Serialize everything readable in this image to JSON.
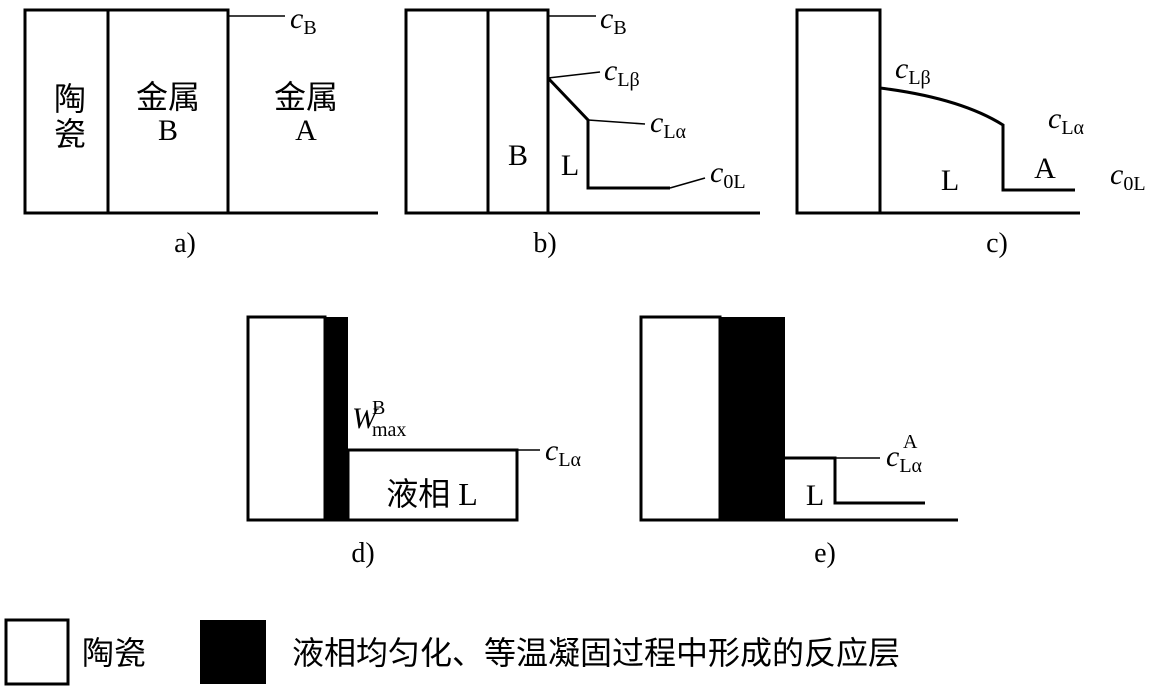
{
  "colors": {
    "line": "#000000",
    "background": "#ffffff",
    "reaction_layer": "#000000"
  },
  "panel_a": {
    "ceramic": "陶瓷",
    "ceramic_1": "陶",
    "ceramic_2": "瓷",
    "metal_b_1": "金属",
    "metal_b_2": "B",
    "metal_a_1": "金属",
    "metal_a_2": "A",
    "c": "c",
    "c_sub": "B",
    "caption": "a)"
  },
  "panel_b": {
    "region_b": "B",
    "region_l": "L",
    "c": "c",
    "cb_sub": "B",
    "clb_sub": "Lβ",
    "cla_sub": "Lα",
    "c0l_sub": "0L",
    "caption": "b)"
  },
  "panel_c": {
    "region_l": "L",
    "region_a": "A",
    "c": "c",
    "clb_sub": "Lβ",
    "cla_sub": "Lα",
    "c0l_sub": "0L",
    "caption": "c)"
  },
  "panel_d": {
    "w": "W",
    "w_sup": "B",
    "w_sub": "max",
    "liquid": "液相 L",
    "c": "c",
    "cla_sub": "Lα",
    "caption": "d)"
  },
  "panel_e": {
    "region_l": "L",
    "c": "c",
    "cla_sup": "A",
    "cla_sub": "Lα",
    "caption": "e)"
  },
  "legend": {
    "ceramic": "陶瓷",
    "reaction_layer": "液相均匀化、等温凝固过程中形成的反应层"
  }
}
